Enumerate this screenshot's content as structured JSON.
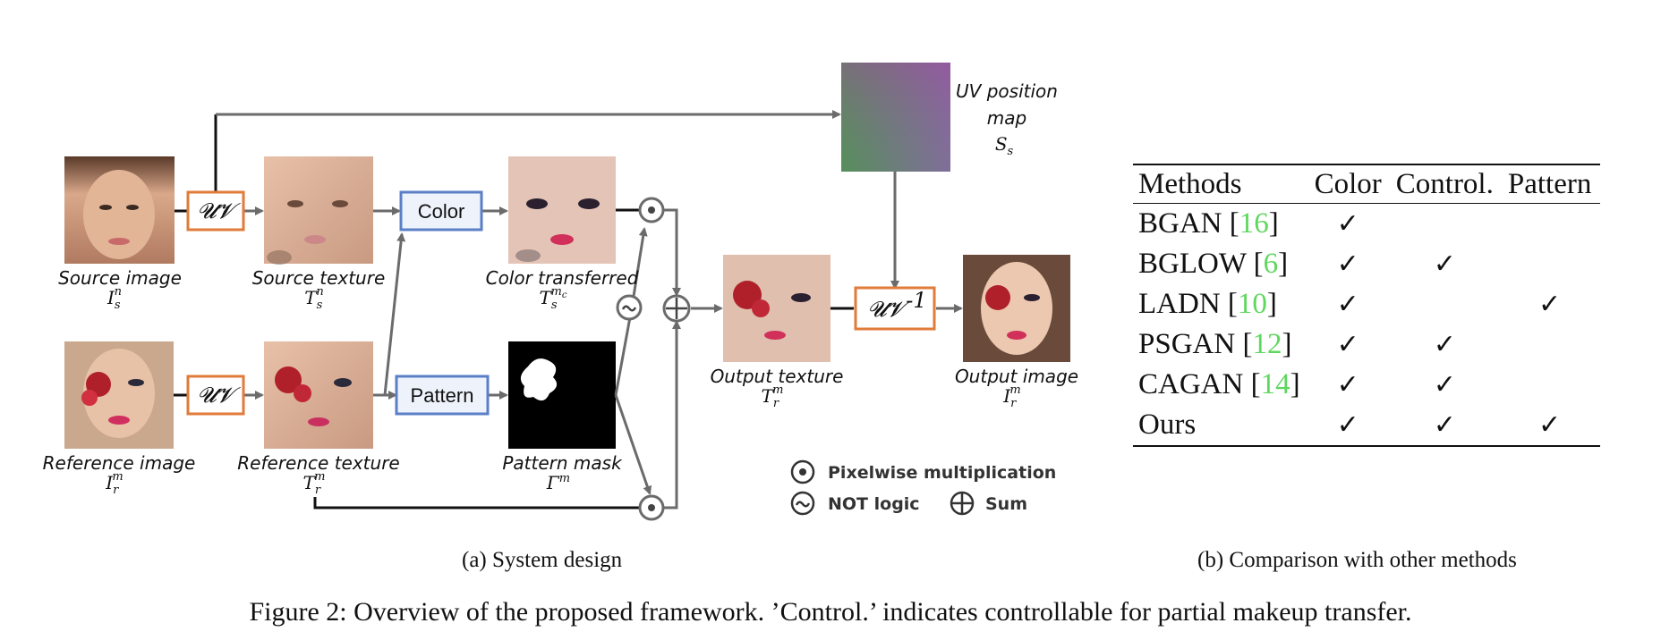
{
  "diagram": {
    "uv_label": "𝓤𝓥",
    "uv_inv_label": "𝓤𝓥",
    "uv_inv_sup": "-1",
    "color_box": "Color",
    "pattern_box": "Pattern",
    "source_image": {
      "caption": "Source image",
      "symbol": "I",
      "sub": "s",
      "sup": "n"
    },
    "source_texture": {
      "caption": "Source texture",
      "symbol": "T",
      "sub": "s",
      "sup": "n"
    },
    "color_transferred": {
      "caption": "Color transferred",
      "symbol": "T",
      "sub": "s",
      "sup": "m",
      "sup_sub": "c"
    },
    "reference_image": {
      "caption": "Reference image",
      "symbol": "I",
      "sub": "r",
      "sup": "m"
    },
    "reference_texture": {
      "caption": "Reference texture",
      "symbol": "T",
      "sub": "r",
      "sup": "m"
    },
    "pattern_mask": {
      "caption": "Pattern mask",
      "symbol": "Γ",
      "sup": "m"
    },
    "output_texture": {
      "caption": "Output texture",
      "symbol": "T",
      "sub": "r",
      "sup": "m"
    },
    "output_image": {
      "caption": "Output image",
      "symbol": "I",
      "sub": "r",
      "sup": "m"
    },
    "uv_position_map": {
      "line1": "UV position",
      "line2": "map",
      "symbol": "S",
      "sub": "s"
    },
    "legend": {
      "pixelwise": "Pixelwise multiplication",
      "not_logic": "NOT logic",
      "sum": "Sum"
    }
  },
  "table": {
    "headers": [
      "Methods",
      "Color",
      "Control.",
      "Pattern"
    ],
    "rows": [
      {
        "method": "BGAN",
        "ref": "16",
        "color": "✓",
        "control": "",
        "pattern": ""
      },
      {
        "method": "BGLOW",
        "ref": "6",
        "color": "✓",
        "control": "✓",
        "pattern": ""
      },
      {
        "method": "LADN",
        "ref": "10",
        "color": "✓",
        "control": "",
        "pattern": "✓"
      },
      {
        "method": "PSGAN",
        "ref": "12",
        "color": "✓",
        "control": "✓",
        "pattern": ""
      },
      {
        "method": "CAGAN",
        "ref": "14",
        "color": "✓",
        "control": "✓",
        "pattern": ""
      },
      {
        "method": "Ours",
        "ref": "",
        "color": "✓",
        "control": "✓",
        "pattern": "✓"
      }
    ]
  },
  "captions": {
    "sub_a": "(a) System design",
    "sub_b": "(b) Comparison with other methods",
    "figure": "Figure 2: Overview of the proposed framework. ’Control.’ indicates controllable for partial makeup transfer."
  },
  "colors": {
    "uv_box_border": "#e07b39",
    "op_box_border": "#5b7fc7",
    "op_box_fill": "#eef3fb",
    "citation": "#5fd75f",
    "arrow": "#6b6b6b"
  }
}
